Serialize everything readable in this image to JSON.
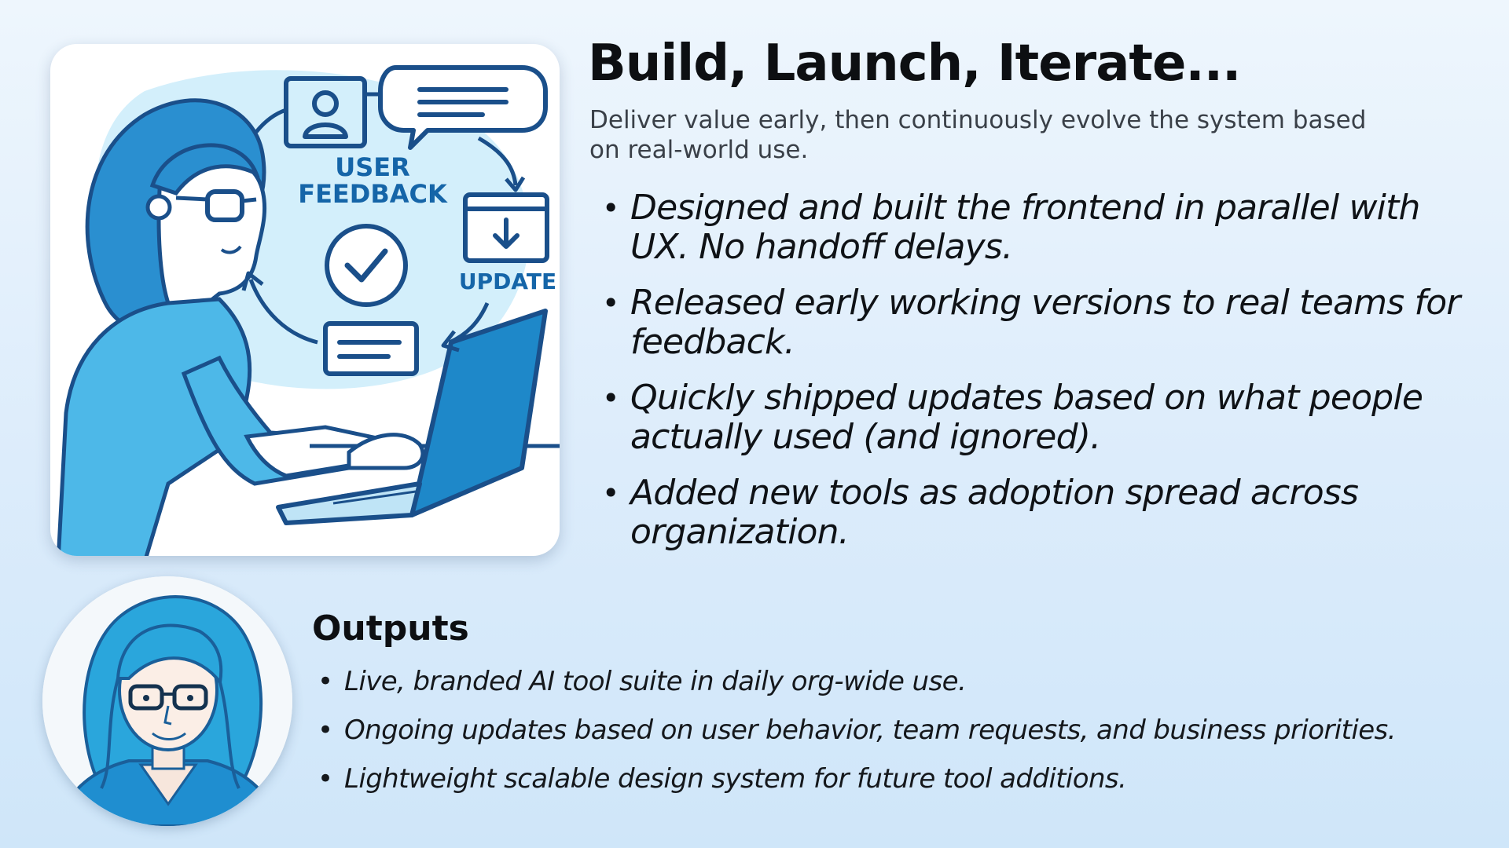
{
  "slide": {
    "title": "Build, Launch, Iterate...",
    "subtitle": "Deliver value early, then continuously evolve the system based on real-world use.",
    "bullets": [
      "Designed and built the frontend in parallel with UX.  No handoff delays.",
      "Released early working versions to real teams for feedback.",
      "Quickly shipped updates based on what people actually used (and ignored).",
      "Added new tools as adoption spread across organization."
    ]
  },
  "illustration": {
    "label_user": "USER",
    "label_feedback": "FEEDBACK",
    "label_update": "UPDATE",
    "icons": [
      "user-profile-icon",
      "chat-bubble-icon",
      "download-icon",
      "checkmark-icon",
      "message-card-icon",
      "laptop-icon"
    ],
    "colors": {
      "primary": "#1565a8",
      "light": "#d3effb",
      "mid": "#4db8e8"
    }
  },
  "outputs": {
    "title": "Outputs",
    "items": [
      "Live, branded AI tool suite in daily org-wide use.",
      "Ongoing updates based on user behavior, team requests, and business priorities.",
      "Lightweight scalable design system for future tool additions."
    ]
  }
}
